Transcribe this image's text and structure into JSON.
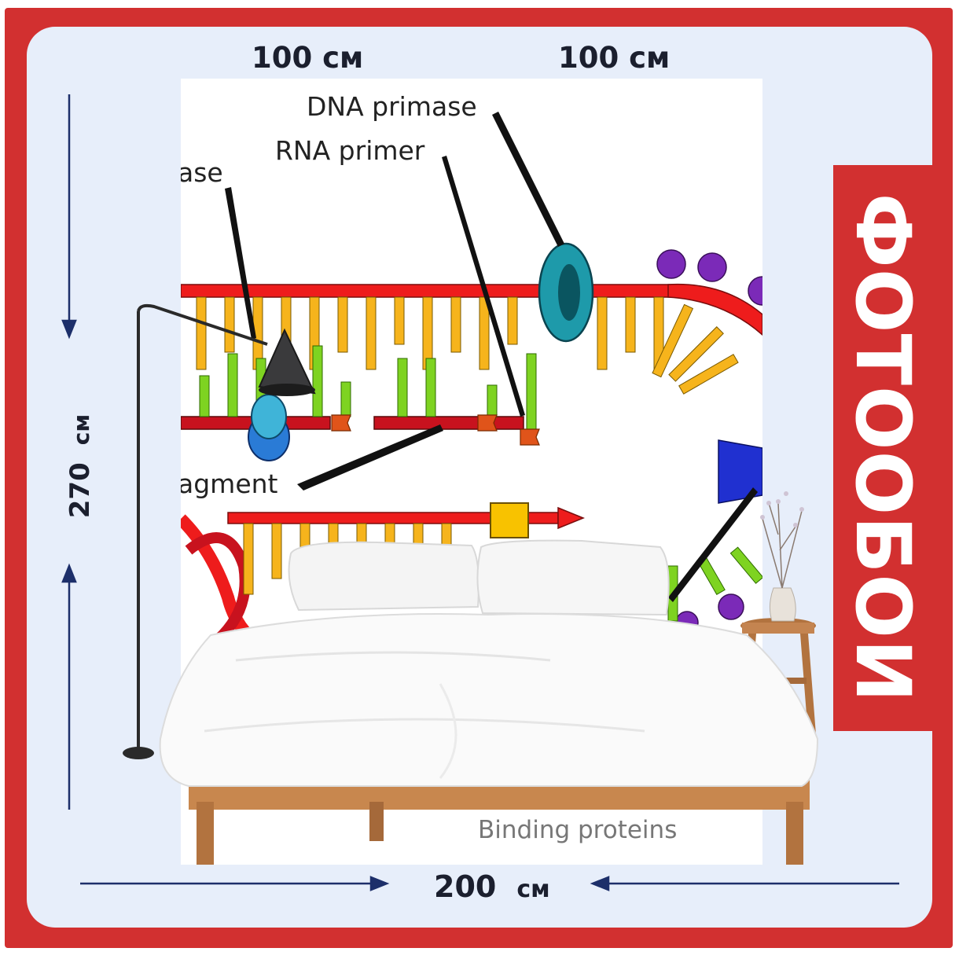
{
  "dimensions": {
    "width_left": {
      "value": "100",
      "unit": "см"
    },
    "width_right": {
      "value": "100",
      "unit": "см"
    },
    "height": {
      "value": "270",
      "unit": "см"
    },
    "total_width": {
      "value": "200",
      "unit": "см"
    }
  },
  "brand": {
    "text": "ФОТООБОИ"
  },
  "poster": {
    "labels": {
      "dna_primase": "DNA primase",
      "rna_primer": "RNA primer",
      "polymerase_partial": "ase",
      "fragment_partial": "agment",
      "binding_proteins": "Binding proteins"
    }
  },
  "colors": {
    "frame": "#d23030",
    "panel": "#e7eefa",
    "strand": "#ee1c1c",
    "base_orange": "#f6b41c",
    "base_green": "#7ed321",
    "primase": "#1e9aaa",
    "binding_protein": "#7b2ab8",
    "primer_block": "#e0541a",
    "polymerase": "#2a7bd6",
    "helicase_wedge": "#2030d0",
    "clamp": "#f8c200"
  }
}
